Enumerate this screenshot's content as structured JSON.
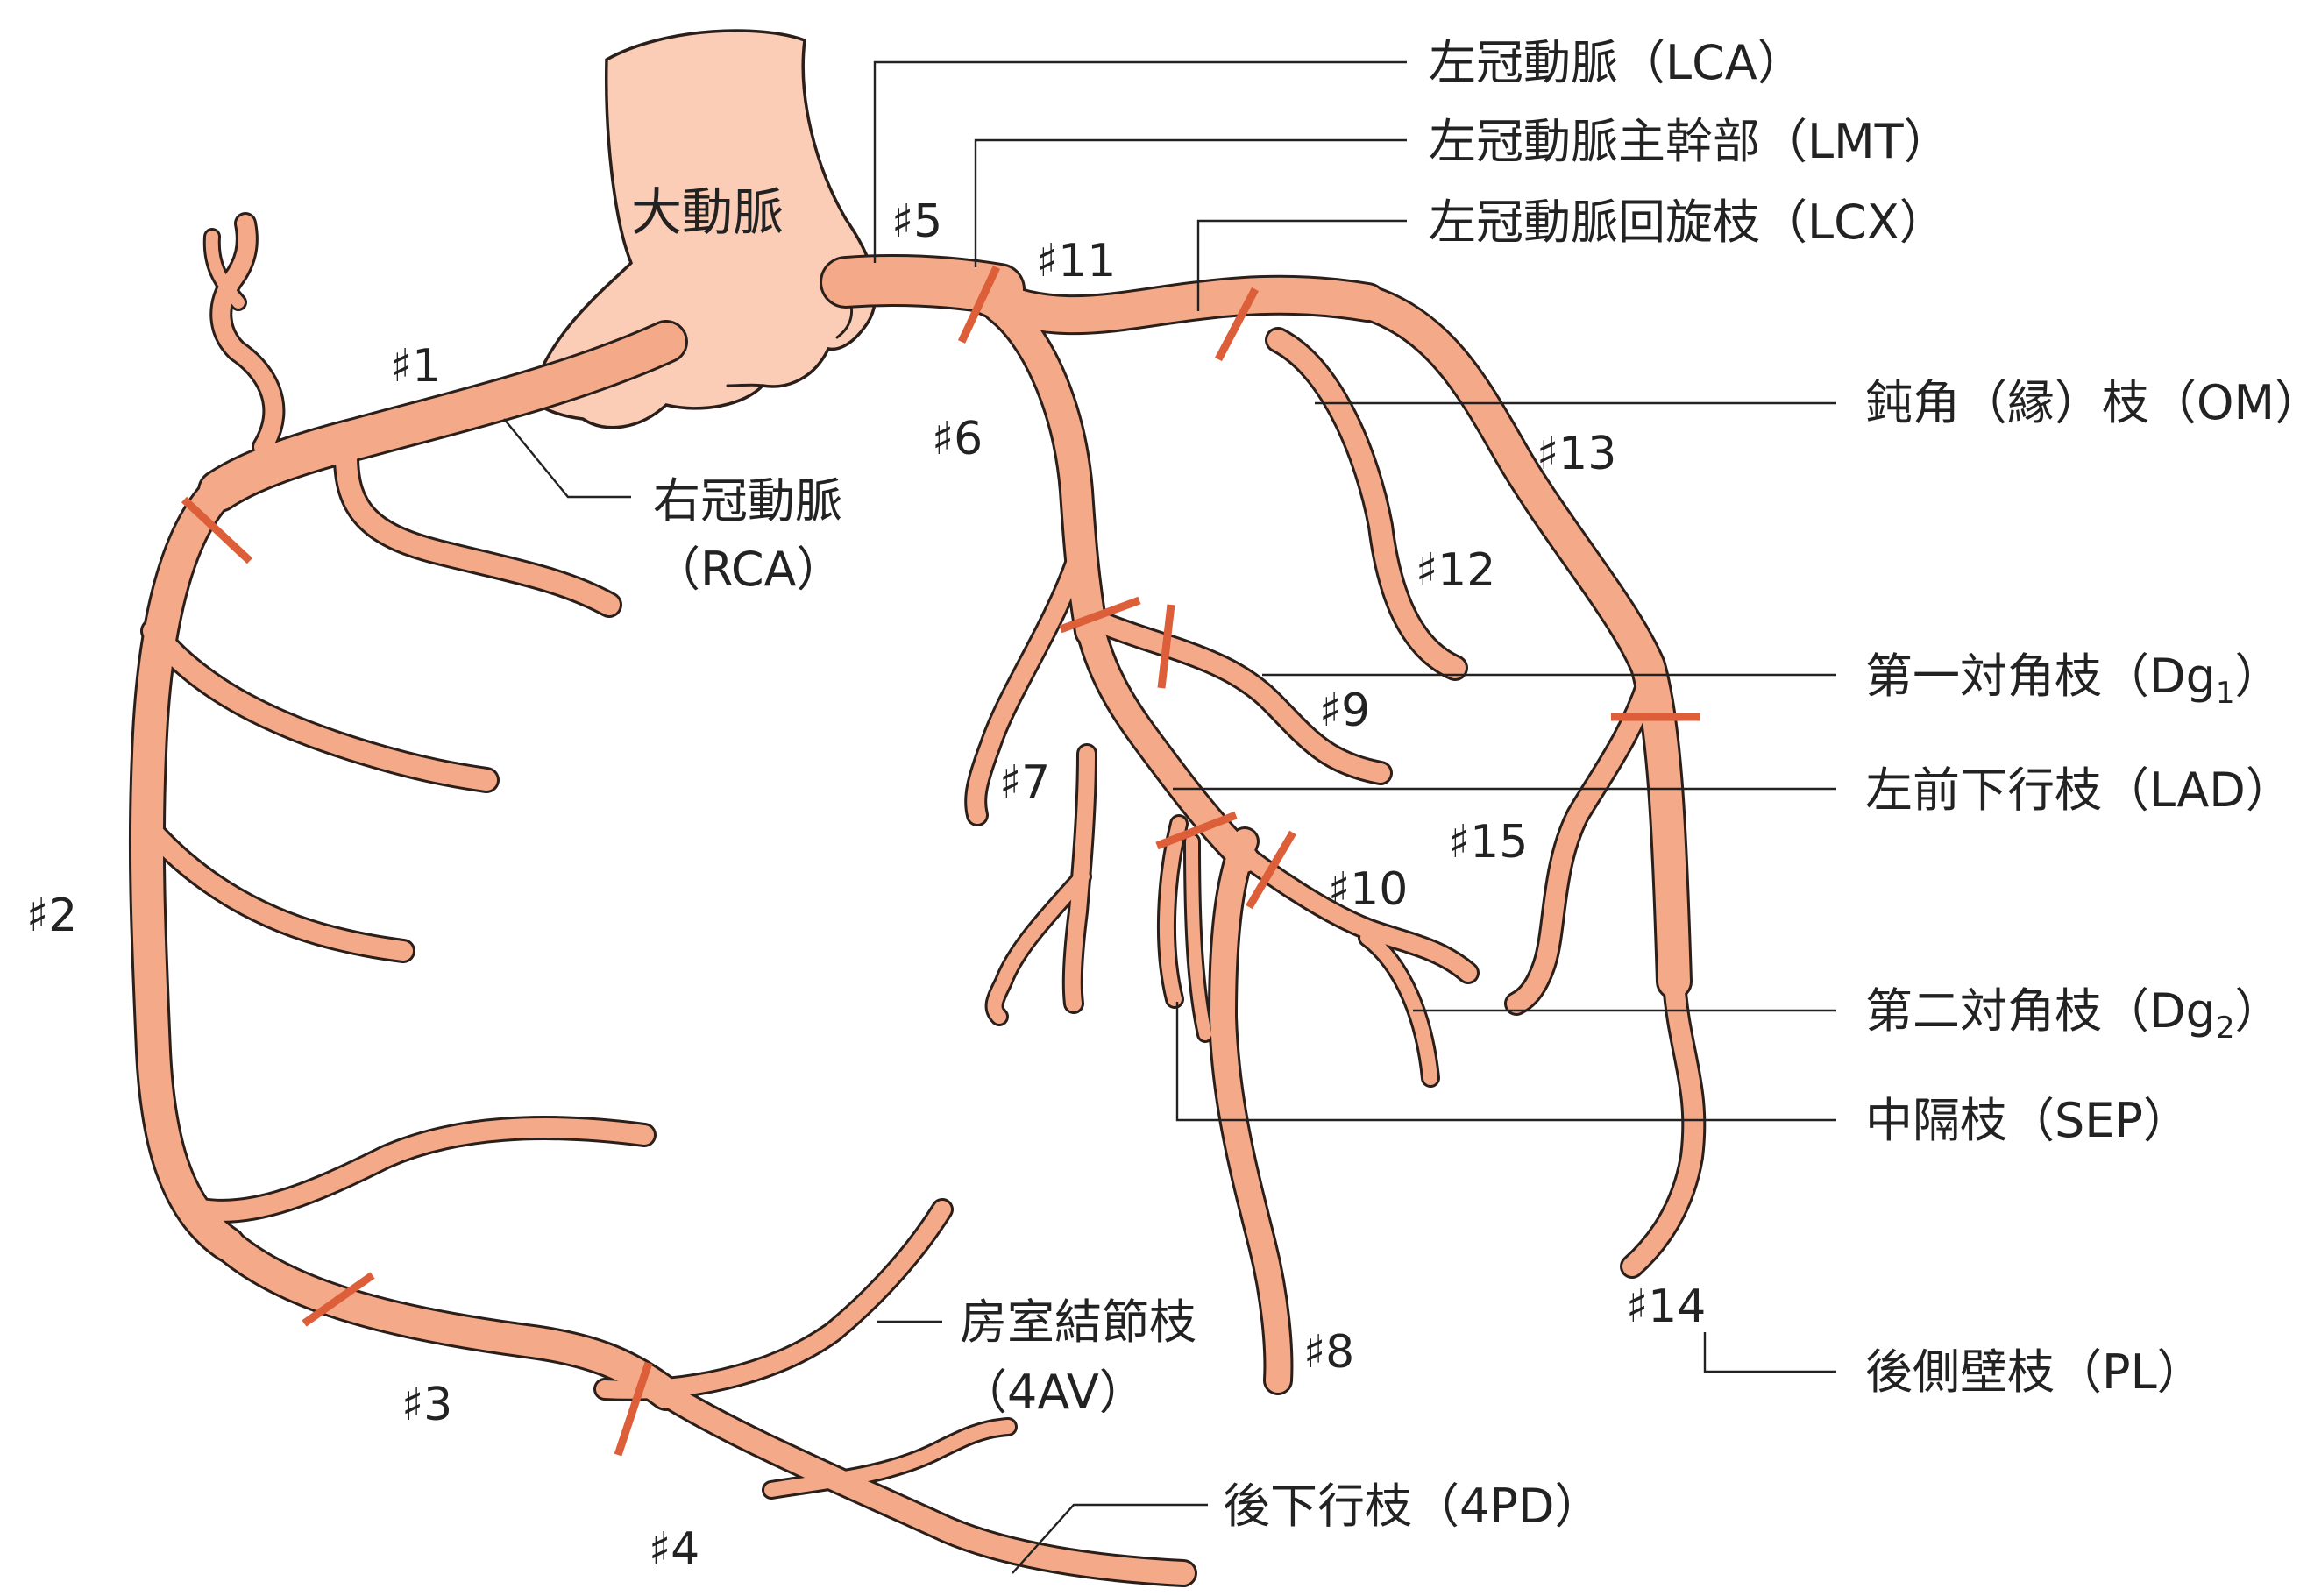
{
  "colors": {
    "vessel": "#f4a988",
    "outline": "#2a1f1a",
    "aorta": "#fbcdb6",
    "segment_mark": "#dc5f3a"
  },
  "aorta_label": "大動脈",
  "labels": {
    "lca": "左冠動脈（LCA）",
    "lmt": "左冠動脈主幹部（LMT）",
    "lcx": "左冠動脈回旋枝（LCX）",
    "om": "鈍角（縁）枝（OM）",
    "dg1_main": "第一対角枝（Dg",
    "dg1_sub": "1",
    "dg1_end": "）",
    "lad": "左前下行枝（LAD）",
    "dg2_main": "第二対角枝（Dg",
    "dg2_sub": "2",
    "dg2_end": "）",
    "sep": "中隔枝（SEP）",
    "pl": "後側壁枝（PL）",
    "rca_1": "右冠動脈",
    "rca_2": "（RCA）",
    "av_1": "房室結節枝",
    "av_2": "（4AV）",
    "pd": "後下行枝（4PD）"
  },
  "segments": {
    "s1": "♯1",
    "s2": "♯2",
    "s3": "♯3",
    "s4": "♯4",
    "s5": "♯5",
    "s6": "♯6",
    "s7": "♯7",
    "s8": "♯8",
    "s9": "♯9",
    "s10": "♯10",
    "s11": "♯11",
    "s12": "♯12",
    "s13": "♯13",
    "s14": "♯14",
    "s15": "♯15"
  }
}
